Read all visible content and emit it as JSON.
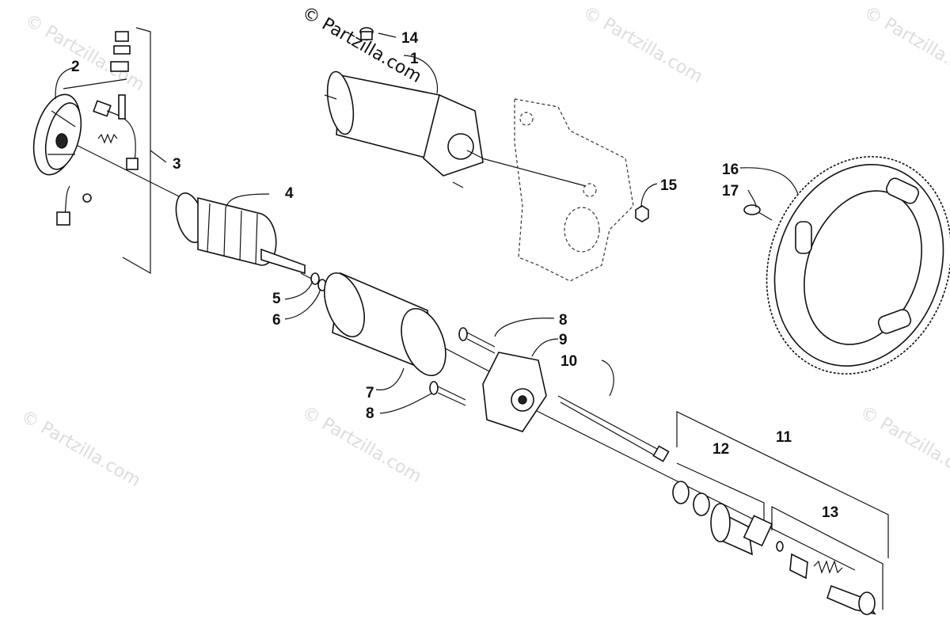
{
  "copyright_text": "© Partzilla.com",
  "watermark_text": "© Partzilla.com",
  "callouts": {
    "c1": "1",
    "c2": "2",
    "c3": "3",
    "c4": "4",
    "c5": "5",
    "c6": "6",
    "c7": "7",
    "c8a": "8",
    "c8b": "8",
    "c9": "9",
    "c10": "10",
    "c11": "11",
    "c12": "12",
    "c13": "13",
    "c14": "14",
    "c15": "15",
    "c16": "16",
    "c17": "17"
  }
}
